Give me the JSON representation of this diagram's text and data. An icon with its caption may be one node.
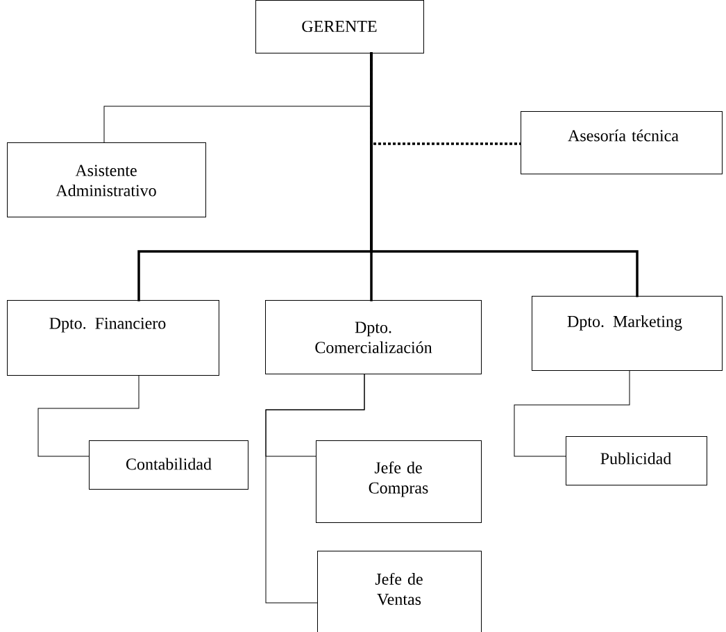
{
  "diagram": {
    "nodes": [
      {
        "text": [
          "GERENTE"
        ]
      },
      {
        "text": [
          "Asistente Administrativo"
        ]
      },
      {
        "text": [
          "Asesoría técnica"
        ]
      },
      {
        "text": [
          "Dpto. Financiero"
        ]
      },
      {
        "text": [
          "Dpto. Comercialización"
        ]
      },
      {
        "text": [
          "Dpto. Marketing"
        ]
      },
      {
        "text": [
          "Contabilidad"
        ]
      },
      {
        "text": [
          "Jefe de Compras"
        ]
      },
      {
        "text": [
          "Publicidad"
        ]
      },
      {
        "text": [
          "Jefe de Ventas"
        ]
      }
    ],
    "edges": [
      {
        "from": 0,
        "to": 1,
        "arrow": "none"
      },
      {
        "from": 0,
        "to": 2,
        "arrow": "none",
        "style": "dashed"
      },
      {
        "from": 0,
        "to": 3,
        "arrow": "none",
        "style": "thick"
      },
      {
        "from": 0,
        "to": 4,
        "arrow": "none",
        "style": "thick"
      },
      {
        "from": 0,
        "to": 5,
        "arrow": "none",
        "style": "thick"
      },
      {
        "from": 3,
        "to": 6,
        "arrow": "none"
      },
      {
        "from": 4,
        "to": 7,
        "arrow": "none"
      },
      {
        "from": 4,
        "to": 9,
        "arrow": "none"
      },
      {
        "from": 5,
        "to": 8,
        "arrow": "none"
      }
    ]
  }
}
